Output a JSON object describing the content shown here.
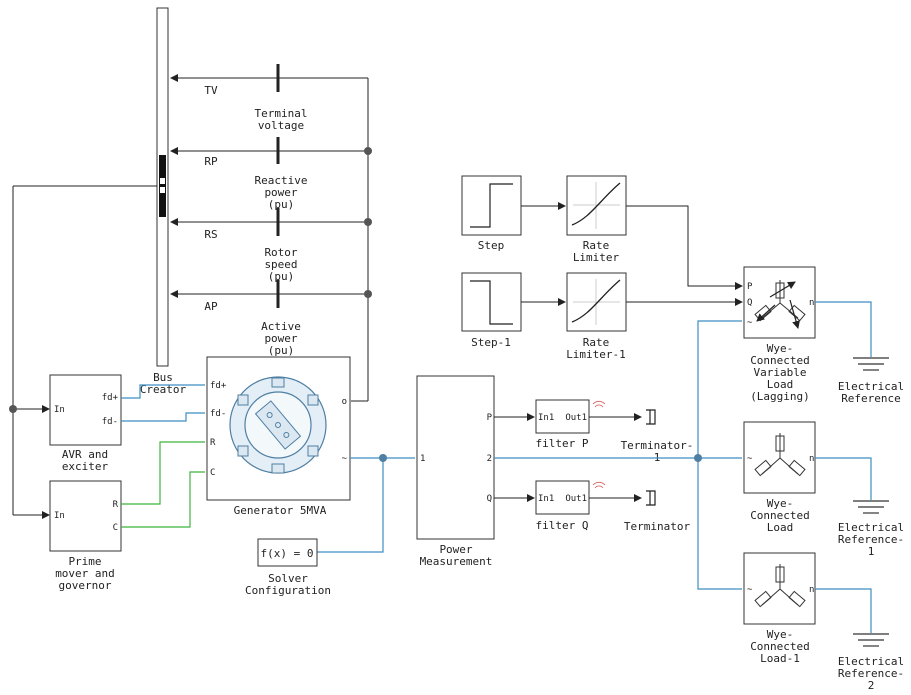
{
  "blocks": {
    "bus_creator": "Bus\nCreator",
    "terminal_voltage": "Terminal\nvoltage",
    "reactive_power": "Reactive\npower\n(pu)",
    "rotor_speed": "Rotor\nspeed\n(pu)",
    "active_power": "Active\npower\n(pu)",
    "avr": "AVR and\nexciter",
    "prime_mover": "Prime\nmover and\ngovernor",
    "generator": "Generator 5MVA",
    "solver": "Solver\nConfiguration",
    "solver_expr": "f(x) = 0",
    "power_meas": "Power\nMeasurement",
    "filter_p": "filter P",
    "filter_q": "filter Q",
    "terminator1": "Terminator-\n1",
    "terminator": "Terminator",
    "step": "Step",
    "step1": "Step-1",
    "rate_limiter": "Rate\nLimiter",
    "rate_limiter1": "Rate\nLimiter-1",
    "var_load": "Wye-\nConnected\nVariable\nLoad\n(Lagging)",
    "load": "Wye-\nConnected\nLoad",
    "load1": "Wye-\nConnected\nLoad-1",
    "elec_ref": "Electrical\nReference",
    "elec_ref1": "Electrical\nReference-\n1",
    "elec_ref2": "Electrical\nReference-\n2"
  },
  "signals": {
    "tv": "TV",
    "rp": "RP",
    "rs": "RS",
    "ap": "AP"
  },
  "ports": {
    "in": "In",
    "fd_plus": "fd+",
    "fd_minus": "fd-",
    "r": "R",
    "c": "C",
    "o": "o",
    "tilde": "~",
    "one": "1",
    "two": "2",
    "p": "P",
    "q": "Q",
    "in1": "In1",
    "out1": "Out1",
    "n": "n"
  },
  "colors": {
    "physical_line": "#3d8fc2",
    "mechanical_line": "#3fb33f",
    "signal_line": "#222222"
  }
}
